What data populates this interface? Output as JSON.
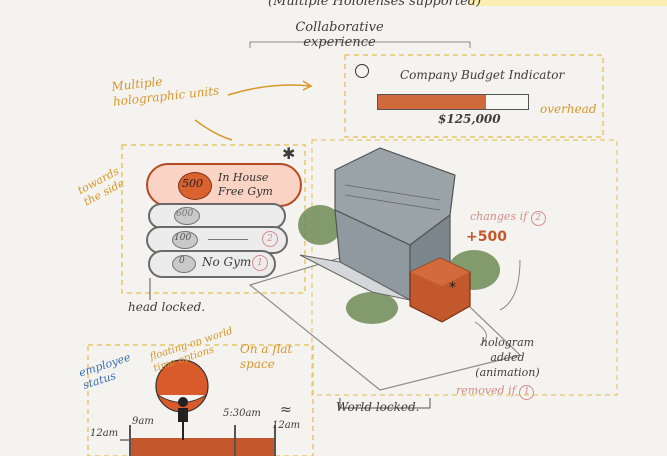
{
  "header": {
    "top_note": "(Multiple Hololenses supported)",
    "collab_label": "Collaborative experience"
  },
  "annotations": {
    "multiple_units": "Multiple holographic units",
    "towards_side": "towards the side",
    "head_locked": "head locked.",
    "world_locked": "World locked.",
    "hologram_added": "hologram added (animation)",
    "removed_if": "removed if",
    "changes_if": "changes if",
    "overhead": "overhead",
    "employee_status": "employee status",
    "floating_on": "floating on world time options",
    "on_flat_space": "On a flat space"
  },
  "budget": {
    "label": "Company Budget Indicator",
    "amount": "$125,000",
    "fill_fraction": 0.72,
    "delta": "+500",
    "ref_change": "2",
    "ref_removed": "1"
  },
  "options": [
    {
      "number": "500",
      "label": "In House Free Gym",
      "highlight": true,
      "badge": ""
    },
    {
      "number": "600",
      "label": "",
      "highlight": false,
      "badge": ""
    },
    {
      "number": "100",
      "label": "",
      "highlight": false,
      "badge": "2"
    },
    {
      "number": "0",
      "label": "No Gym",
      "highlight": false,
      "badge": "1"
    }
  ],
  "timeline": {
    "start": "12am",
    "marker": "9am",
    "end_mark": "5:30am",
    "end": "12am",
    "approx": "≈"
  },
  "colors": {
    "accent_orange": "#d9962a",
    "rust": "#c2582c",
    "building": "#8e9aa0",
    "trees": "#6f8a55"
  }
}
